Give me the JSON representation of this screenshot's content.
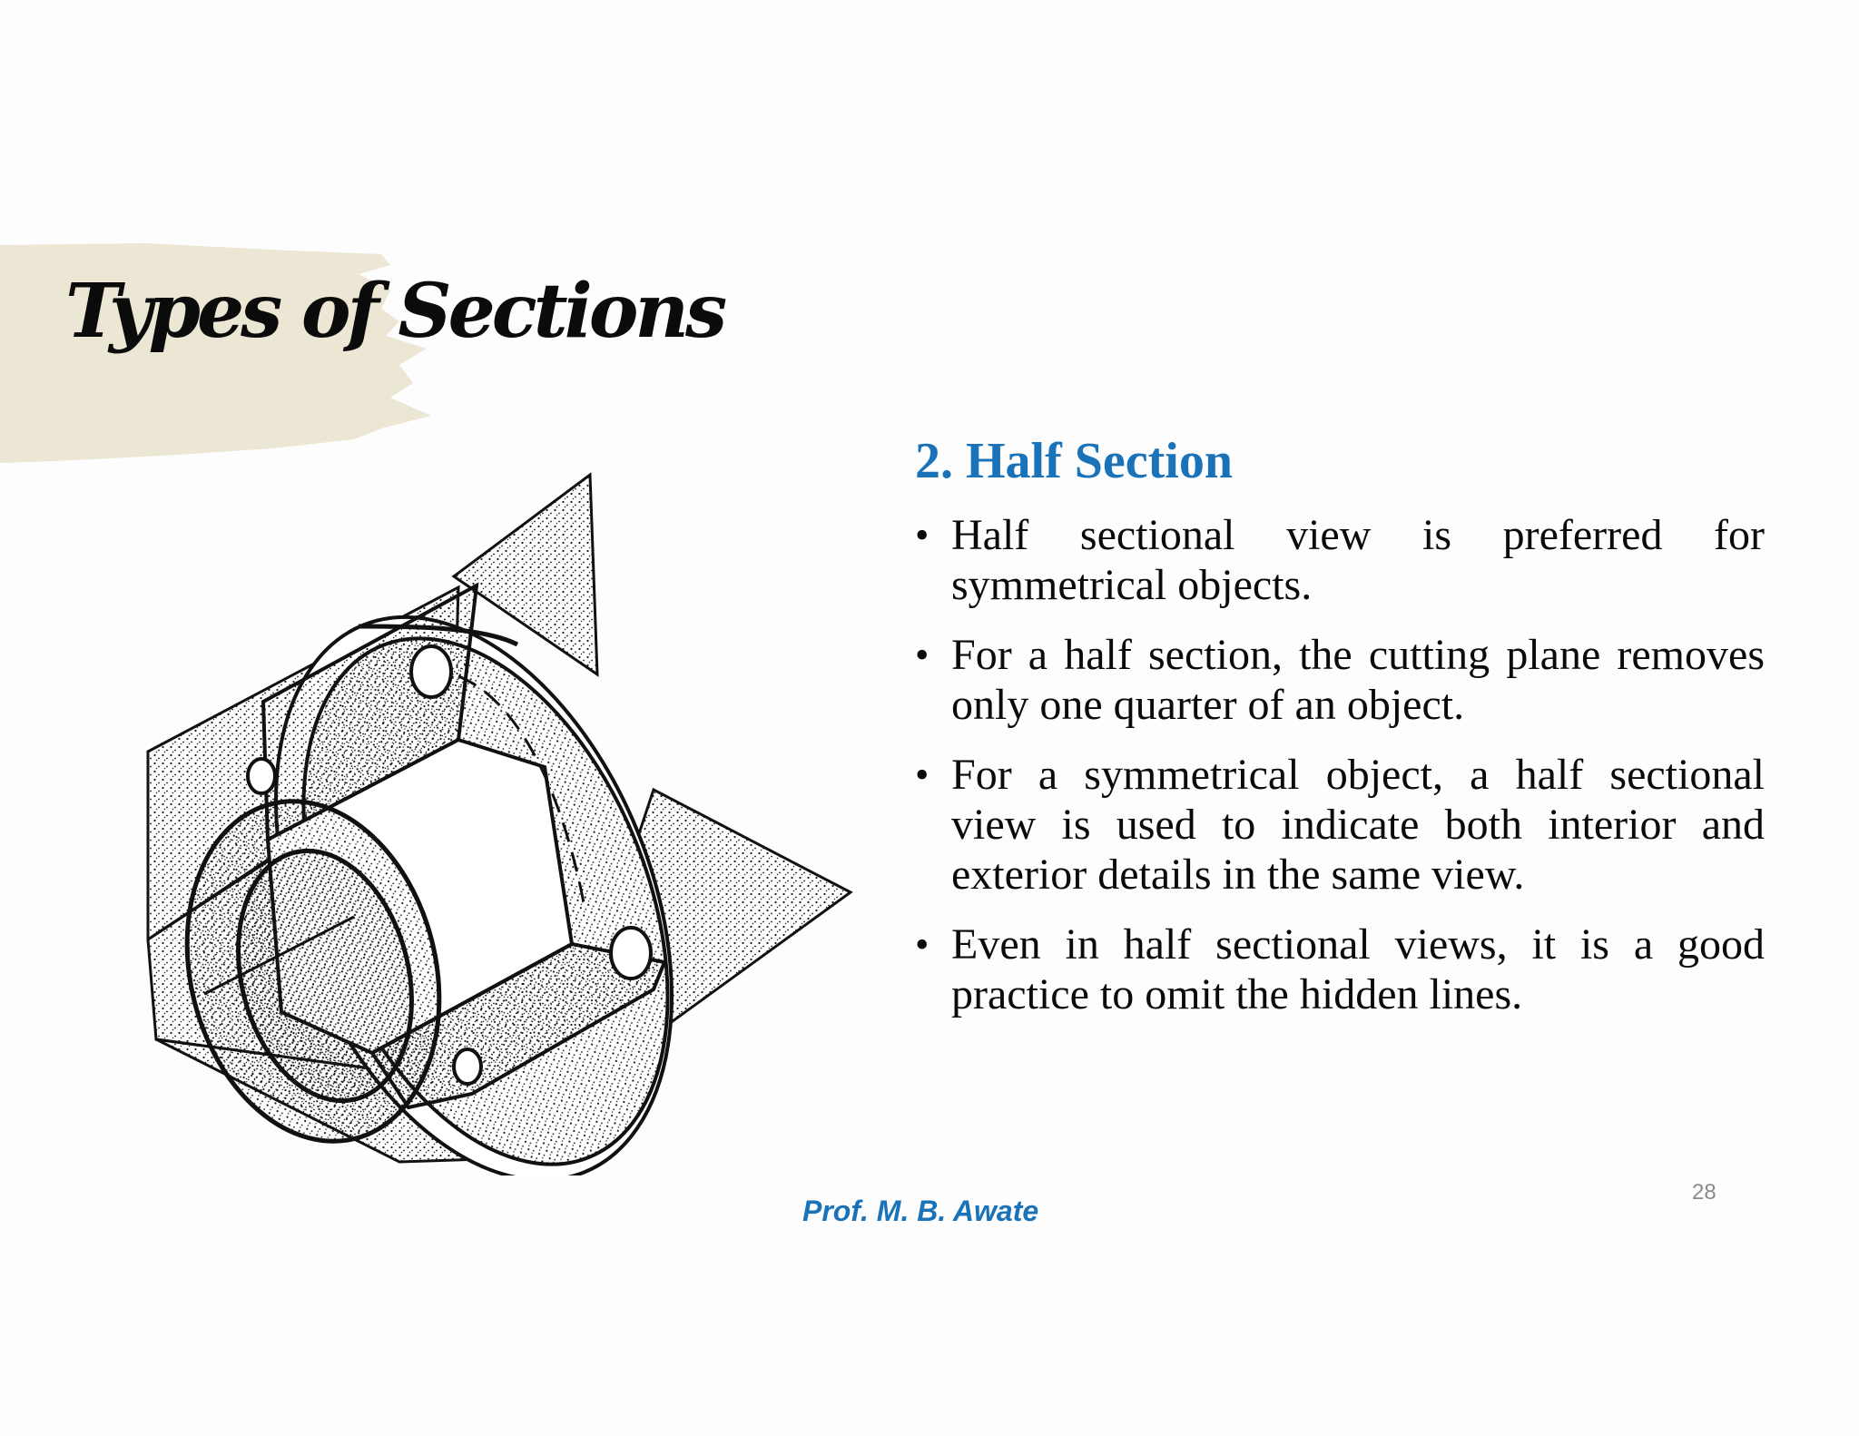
{
  "slide": {
    "title": "Types of Sections",
    "heading": "2. Half Section",
    "bullets": [
      "Half sectional view is preferred for symmetrical objects.",
      "For a half section, the cutting plane removes only one quarter of an object.",
      "For a symmetrical object, a half sectional view is used to indicate both interior and exterior details in the same view.",
      "Even in half sectional views, it is a good practice to omit the hidden lines."
    ],
    "bullet_symbol": "•",
    "author": "Prof. M. B. Awate",
    "page_number": "28",
    "colors": {
      "heading": "#1a73b8",
      "author": "#1a73b8",
      "title_brush": "#ebe7d4",
      "text": "#0a0a0a"
    },
    "figure_icon": "half-section-isometric-illustration"
  }
}
